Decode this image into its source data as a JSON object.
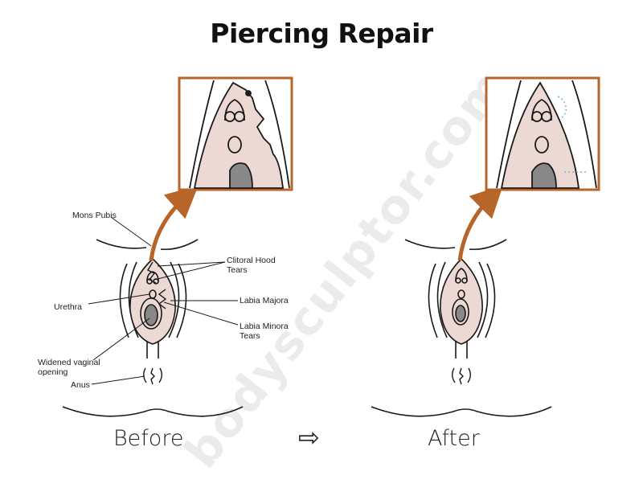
{
  "title": "Piercing Repair",
  "labels": {
    "mons_pubis": "Mons Pubis",
    "clitoral_hood_tears": "Clitoral Hood\nTears",
    "urethra": "Urethra",
    "labia_majora": "Labia Majora",
    "labia_minora_tears": "Labia Minora\nTears",
    "widened_vaginal_opening": "Widened vaginal\nopening",
    "anus": "Anus"
  },
  "captions": {
    "before": "Before",
    "after": "After"
  },
  "transition_arrow": "⇨",
  "watermark": "bodysculptor.com",
  "colors": {
    "accent_frame": "#b8652a",
    "arrow": "#b8652a",
    "skin": "#ecd9d3",
    "opening": "#888888",
    "repair_line": "#7fb2e0",
    "line": "#1a1a1a"
  }
}
